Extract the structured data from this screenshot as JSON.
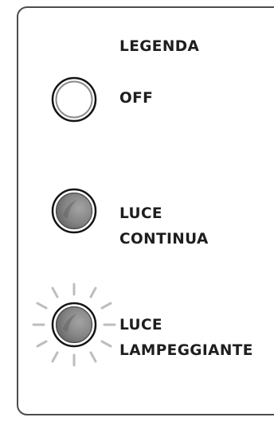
{
  "legend": {
    "title": "LEGENDA",
    "items": [
      {
        "state": "off",
        "lines": [
          "OFF"
        ],
        "icon": "led-off-icon"
      },
      {
        "state": "continuous",
        "lines": [
          "LUCE",
          "CONTINUA"
        ],
        "icon": "led-continuous-icon"
      },
      {
        "state": "blinking",
        "lines": [
          "LUCE",
          "LAMPEGGIANTE"
        ],
        "icon": "led-blinking-icon"
      }
    ]
  },
  "colors": {
    "frame": "#4d4d4d",
    "text": "#1e1e1e",
    "lamp_outline": "#141414",
    "lamp_lit": "#7a7a7a",
    "blink_rays": "#bdbdbd"
  }
}
